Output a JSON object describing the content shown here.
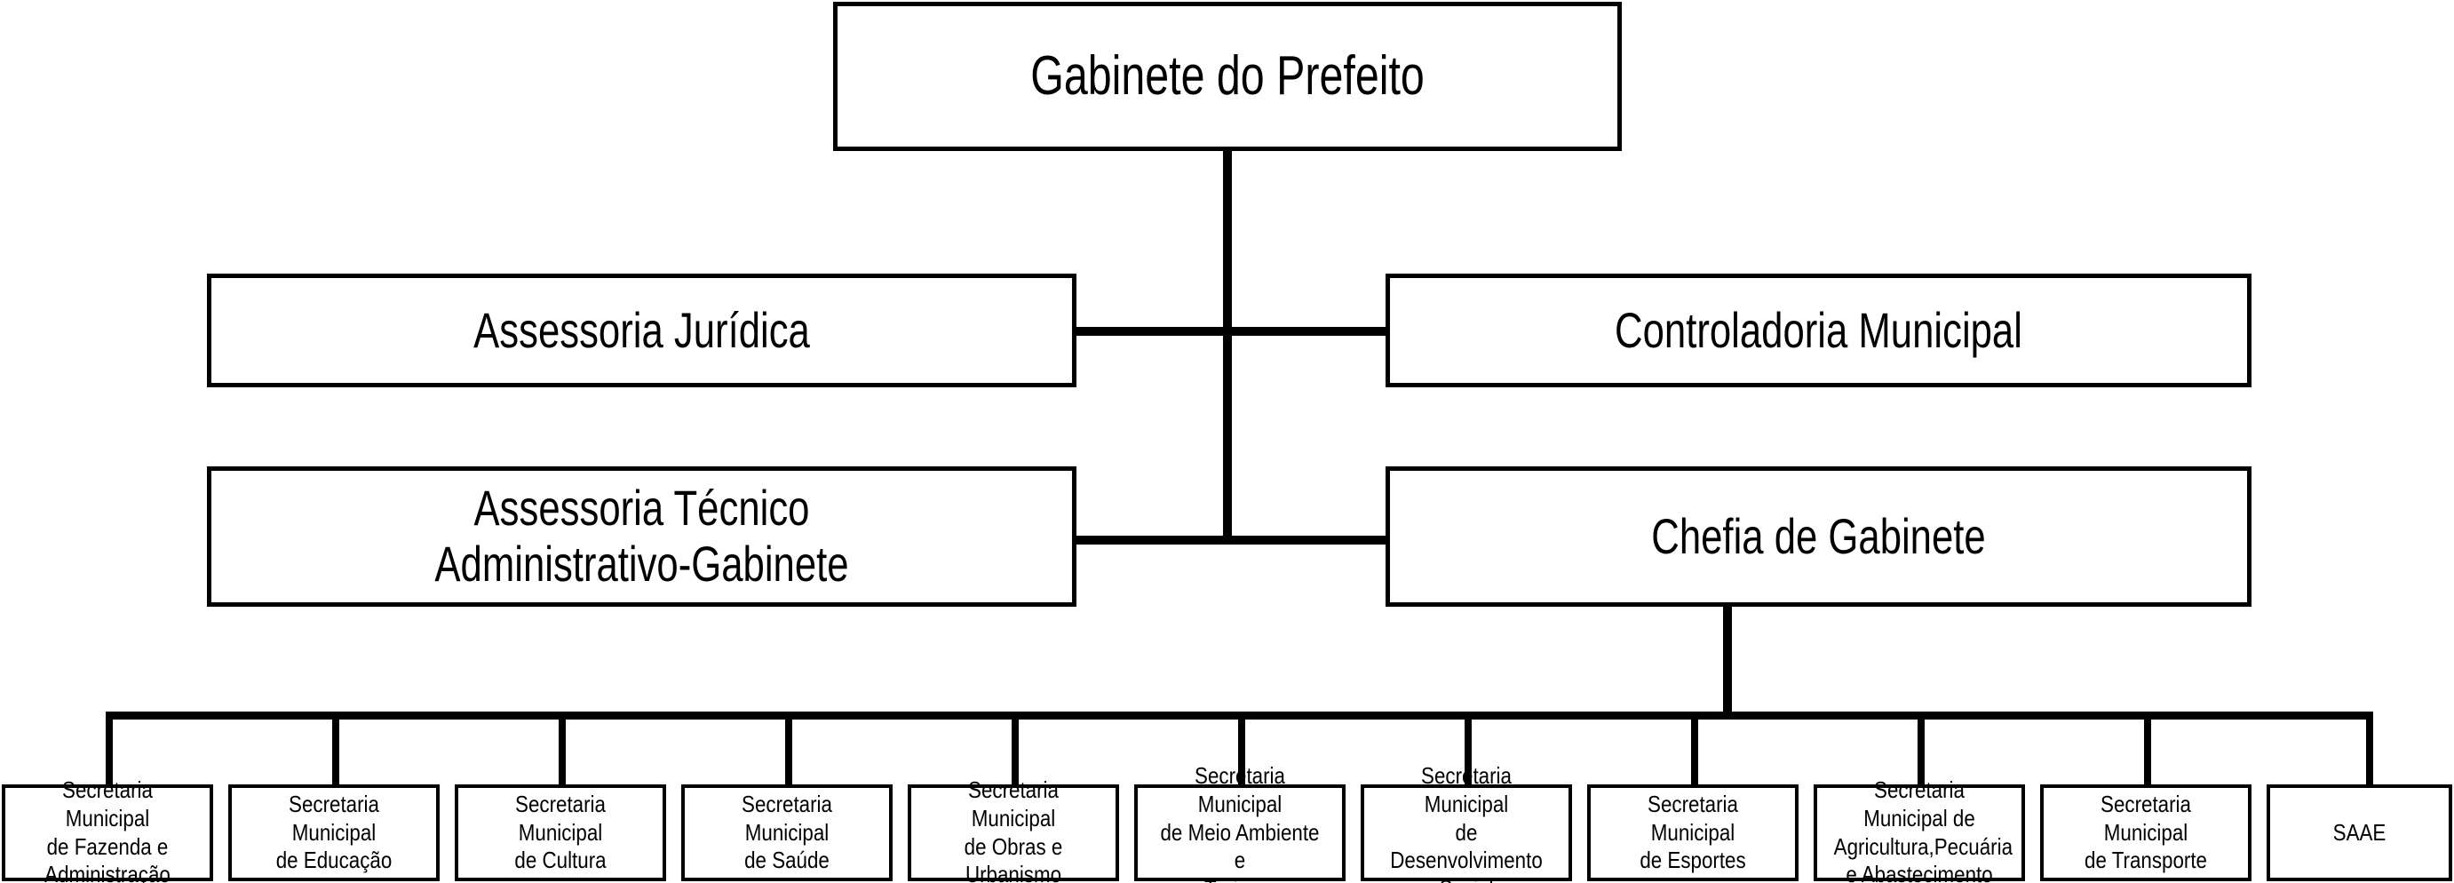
{
  "chart_data": {
    "type": "diagram",
    "diagram_kind": "organizational-chart",
    "title": "",
    "orientation": "top-down",
    "colors": {
      "background": "#ffffff",
      "line": "#000000",
      "box_border": "#000000",
      "box_fill": "#ffffff",
      "text": "#000000"
    },
    "nodes": [
      {
        "id": "root",
        "label": "Gabinete do Prefeito",
        "tier": 0
      },
      {
        "id": "juridica",
        "label": "Assessoria Jurídica",
        "tier": 1
      },
      {
        "id": "controlad",
        "label": "Controladoria Municipal",
        "tier": 1
      },
      {
        "id": "tecnico",
        "label": "Assessoria Técnico\nAdministrativo-Gabinete",
        "tier": 2
      },
      {
        "id": "chefia",
        "label": "Chefia de Gabinete",
        "tier": 2
      },
      {
        "id": "sec01",
        "label": "Secretaria Municipal\nde Fazenda e\nAdministração",
        "tier": 3
      },
      {
        "id": "sec02",
        "label": "Secretaria Municipal\nde Educação",
        "tier": 3
      },
      {
        "id": "sec03",
        "label": "Secretaria Municipal\nde Cultura",
        "tier": 3
      },
      {
        "id": "sec04",
        "label": "Secretaria Municipal\nde Saúde",
        "tier": 3
      },
      {
        "id": "sec05",
        "label": "Secretaria Municipal\nde Obras e Urbanismo",
        "tier": 3
      },
      {
        "id": "sec06",
        "label": "Secretaria Municipal\nde Meio Ambiente e\nTurismo",
        "tier": 3
      },
      {
        "id": "sec07",
        "label": "Secretaria Municipal\nde Desenvolvimento\nSocial",
        "tier": 3
      },
      {
        "id": "sec08",
        "label": "Secretaria Municipal\nde Esportes",
        "tier": 3
      },
      {
        "id": "sec09",
        "label": "Secretaria Municipal de\nAgricultura,Pecuária\ne Abastecimento",
        "tier": 3
      },
      {
        "id": "sec10",
        "label": "Secretaria Municipal\nde Transporte",
        "tier": 3
      },
      {
        "id": "sec11",
        "label": "SAAE",
        "tier": 3
      }
    ],
    "edges": [
      {
        "from": "root",
        "to": "juridica"
      },
      {
        "from": "root",
        "to": "controlad"
      },
      {
        "from": "root",
        "to": "tecnico"
      },
      {
        "from": "root",
        "to": "chefia"
      },
      {
        "from": "chefia",
        "to": "sec01"
      },
      {
        "from": "chefia",
        "to": "sec02"
      },
      {
        "from": "chefia",
        "to": "sec03"
      },
      {
        "from": "chefia",
        "to": "sec04"
      },
      {
        "from": "chefia",
        "to": "sec05"
      },
      {
        "from": "chefia",
        "to": "sec06"
      },
      {
        "from": "chefia",
        "to": "sec07"
      },
      {
        "from": "chefia",
        "to": "sec08"
      },
      {
        "from": "chefia",
        "to": "sec09"
      },
      {
        "from": "chefia",
        "to": "sec10"
      },
      {
        "from": "chefia",
        "to": "sec11"
      }
    ]
  },
  "root": {
    "label": "Gabinete do Prefeito"
  },
  "tier1": {
    "left": {
      "label": "Assessoria Jurídica"
    },
    "right": {
      "label": "Controladoria Municipal"
    }
  },
  "tier2": {
    "left": {
      "label": "Assessoria Técnico\nAdministrativo-Gabinete"
    },
    "right": {
      "label": "Chefia de Gabinete"
    }
  },
  "secretariats": [
    {
      "label": "Secretaria Municipal\nde Fazenda e\nAdministração"
    },
    {
      "label": "Secretaria Municipal\nde Educação"
    },
    {
      "label": "Secretaria Municipal\nde Cultura"
    },
    {
      "label": "Secretaria Municipal\nde Saúde"
    },
    {
      "label": "Secretaria Municipal\nde Obras e Urbanismo"
    },
    {
      "label": "Secretaria Municipal\nde Meio Ambiente e\nTurismo"
    },
    {
      "label": "Secretaria Municipal\nde Desenvolvimento\nSocial"
    },
    {
      "label": "Secretaria Municipal\nde Esportes"
    },
    {
      "label": "Secretaria Municipal de\nAgricultura,Pecuária\ne Abastecimento"
    },
    {
      "label": "Secretaria Municipal\nde Transporte"
    },
    {
      "label": "SAAE"
    }
  ]
}
